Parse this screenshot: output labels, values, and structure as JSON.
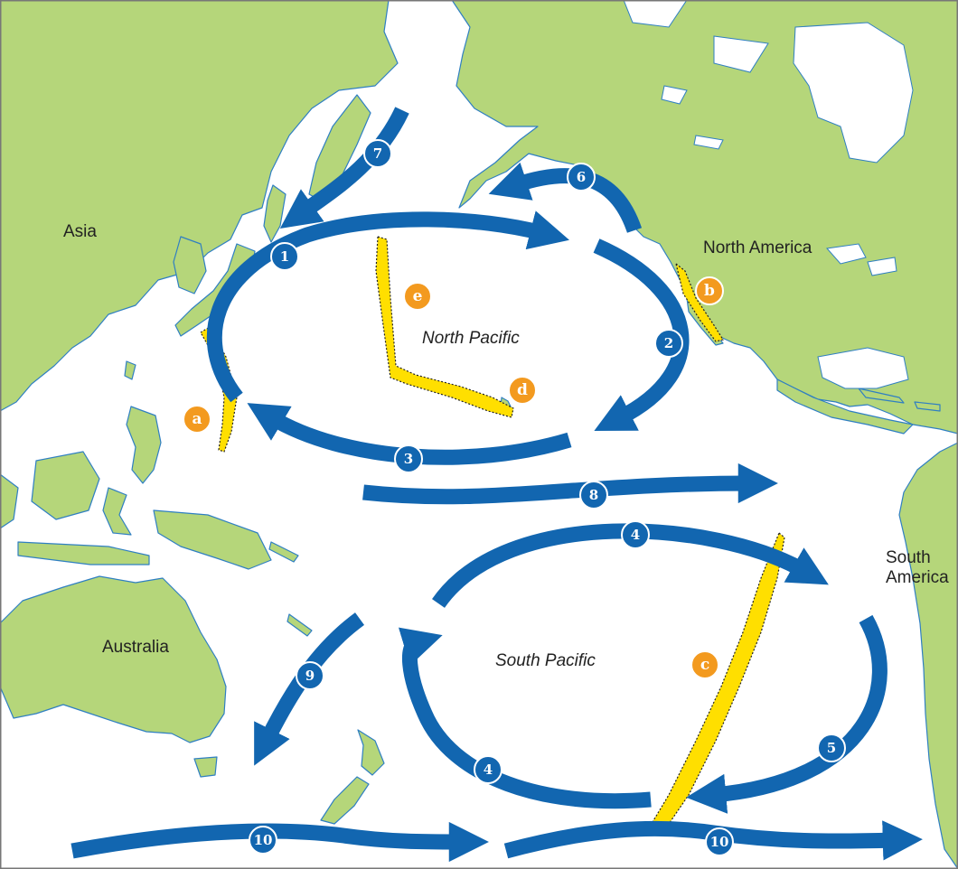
{
  "colors": {
    "ocean": "#ffffff",
    "land": "#b5d67a",
    "coast": "#2f7fc2",
    "current": "#1266b0",
    "marker": "#1266b0",
    "highlight": "#ffdf00",
    "highlight_marker": "#f39a1f"
  },
  "regions": {
    "asia": "Asia",
    "north_america": "North America",
    "south_america_1": "South",
    "south_america_2": "America",
    "australia": "Australia",
    "north_pacific": "North Pacific",
    "south_pacific": "South Pacific"
  },
  "currents": [
    "1",
    "2",
    "3",
    "4",
    "4",
    "5",
    "6",
    "7",
    "8",
    "9",
    "10",
    "10"
  ],
  "features": [
    "a",
    "b",
    "c",
    "d",
    "e"
  ]
}
